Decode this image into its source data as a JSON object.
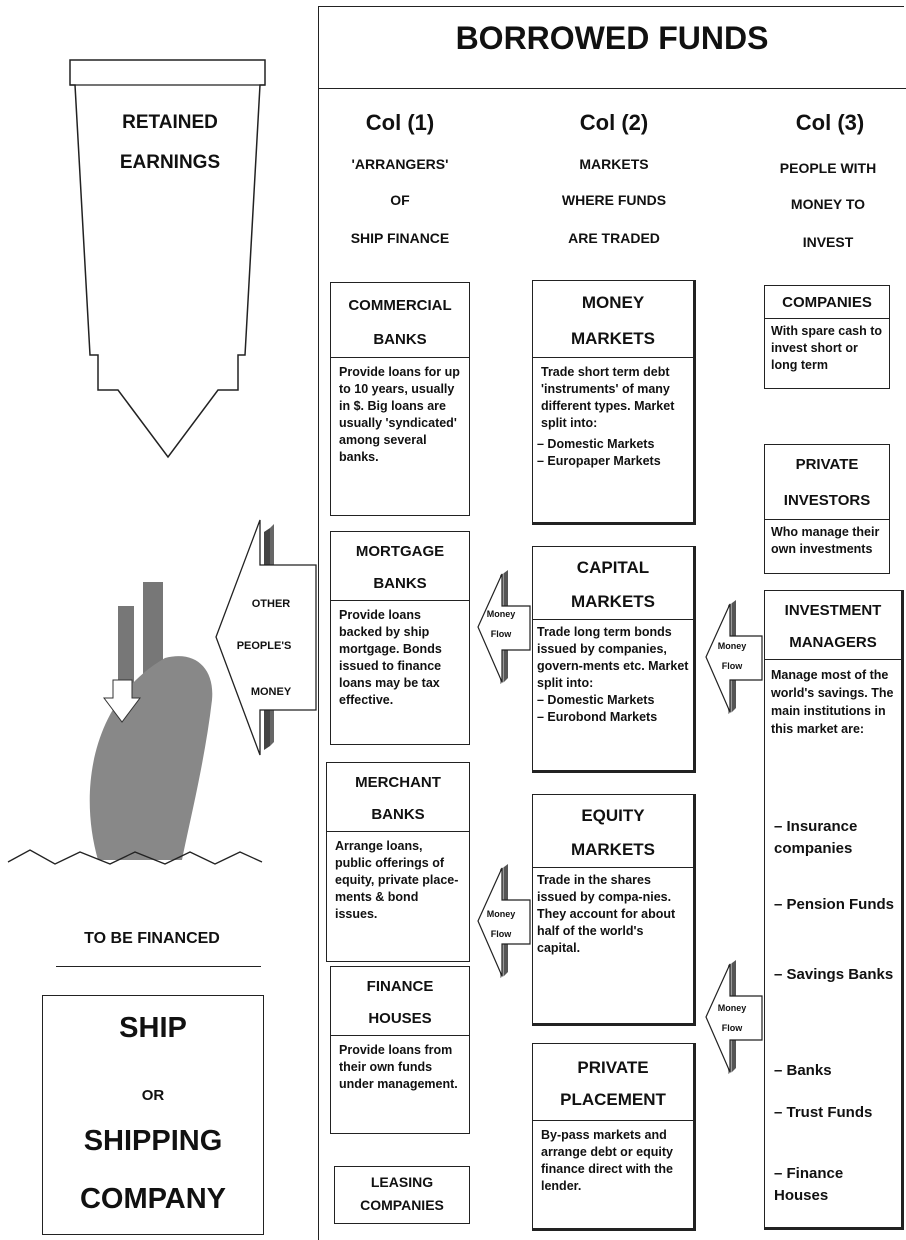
{
  "title": "BORROWED FUNDS",
  "left": {
    "retained": [
      "RETAINED",
      "EARNINGS"
    ],
    "other_money": [
      "OTHER",
      "PEOPLE'S",
      "MONEY"
    ],
    "to_be_financed": "TO BE FINANCED",
    "ship_box": [
      "SHIP",
      "OR",
      "SHIPPING",
      "COMPANY"
    ]
  },
  "columns": [
    {
      "head": "Col (1)",
      "sub": [
        "'ARRANGERS'",
        "OF",
        "SHIP FINANCE"
      ]
    },
    {
      "head": "Col (2)",
      "sub": [
        "MARKETS",
        "WHERE FUNDS",
        "ARE TRADED"
      ]
    },
    {
      "head": "Col (3)",
      "sub": [
        "PEOPLE WITH",
        "MONEY TO",
        "INVEST"
      ]
    }
  ],
  "col1": [
    {
      "title": [
        "COMMERCIAL",
        "BANKS"
      ],
      "body": "Provide loans for up to 10 years, usually in $. Big loans are usually 'syndicated' among several banks."
    },
    {
      "title": [
        "MORTGAGE",
        "BANKS"
      ],
      "body": "Provide loans backed by ship mortgage. Bonds issued to finance loans may be tax effective."
    },
    {
      "title": [
        "MERCHANT",
        "BANKS"
      ],
      "body": "Arrange loans, public offerings of equity, private place-ments & bond issues."
    },
    {
      "title": [
        "FINANCE",
        "HOUSES"
      ],
      "body": "Provide loans from their own funds under management."
    },
    {
      "title": [
        "LEASING",
        "COMPANIES"
      ],
      "body": ""
    }
  ],
  "col2": [
    {
      "title": [
        "MONEY",
        "MARKETS"
      ],
      "body": "Trade short term debt 'instruments' of many different types. Market split into:",
      "list": [
        "– Domestic Markets",
        "– Europaper Markets"
      ]
    },
    {
      "title": [
        "CAPITAL",
        "MARKETS"
      ],
      "body": "Trade long term bonds issued by companies, govern-ments etc. Market split into:",
      "list": [
        "– Domestic Markets",
        "– Eurobond Markets"
      ]
    },
    {
      "title": [
        "EQUITY",
        "MARKETS"
      ],
      "body": "Trade in the shares issued by compa-nies. They account for about half of the world's capital.",
      "list": []
    },
    {
      "title": [
        "PRIVATE",
        "PLACEMENT"
      ],
      "body": "By-pass markets and arrange debt or equity finance direct with the lender.",
      "list": []
    }
  ],
  "col3": [
    {
      "title": [
        "COMPANIES"
      ],
      "body": "With spare cash to invest short or long term"
    },
    {
      "title": [
        "PRIVATE",
        "INVESTORS"
      ],
      "body": "Who manage their own investments"
    },
    {
      "title": [
        "INVESTMENT",
        "MANAGERS"
      ],
      "body": "Manage most of the world's savings. The main institutions in this market are:",
      "list": [
        "– Insurance companies",
        "– Pension Funds",
        "– Savings Banks",
        "– Banks",
        "– Trust Funds",
        "– Finance Houses"
      ]
    }
  ],
  "money_flow": [
    "Money",
    "Flow"
  ]
}
